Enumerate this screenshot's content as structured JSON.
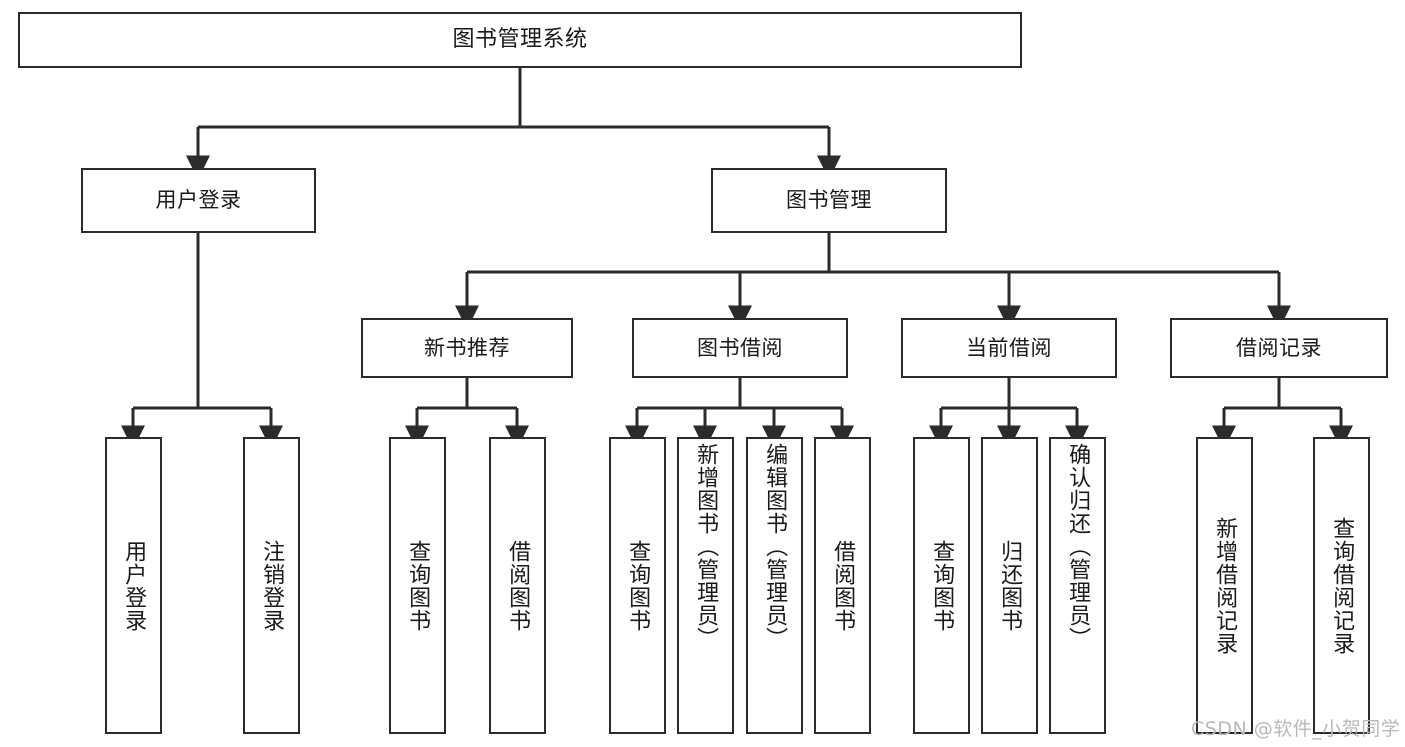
{
  "diagram": {
    "title": "图书管理系统",
    "type": "functional-structure-tree",
    "stroke_color": "#2b2b2b",
    "background_color": "#ffffff",
    "text_color": "#1a1a1a"
  },
  "nodes": {
    "root": {
      "label": "图书管理系统"
    },
    "level1": [
      {
        "label": "用户登录"
      },
      {
        "label": "图书管理"
      }
    ],
    "level2": [
      {
        "label": "新书推荐"
      },
      {
        "label": "图书借阅"
      },
      {
        "label": "当前借阅"
      },
      {
        "label": "借阅记录"
      }
    ],
    "leaves": {
      "user_login": [
        {
          "label": "用户登录"
        },
        {
          "label": "注销登录"
        }
      ],
      "new_book_recommend": [
        {
          "label": "查询图书"
        },
        {
          "label": "借阅图书"
        }
      ],
      "book_borrow": [
        {
          "label": "查询图书"
        },
        {
          "label": "新增图书（管理员）"
        },
        {
          "label": "编辑图书（管理员）"
        },
        {
          "label": "借阅图书"
        }
      ],
      "current_borrow": [
        {
          "label": "查询图书"
        },
        {
          "label": "归还图书"
        },
        {
          "label": "确认归还（管理员）"
        }
      ],
      "borrow_record": [
        {
          "label": "新增借阅记录"
        },
        {
          "label": "查询借阅记录"
        }
      ]
    }
  },
  "watermark": {
    "text": "CSDN @软件_小贺同学"
  }
}
